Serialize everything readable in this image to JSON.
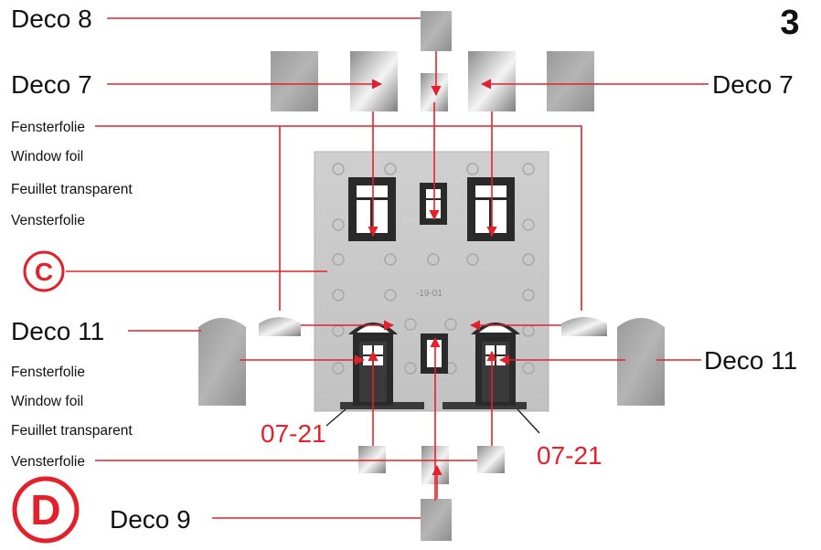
{
  "step_number": "3",
  "labels": {
    "deco8": "Deco 8",
    "deco7_left": "Deco 7",
    "deco7_right": "Deco 7",
    "deco11_left": "Deco 11",
    "deco11_right": "Deco 11",
    "deco9": "Deco 9",
    "part_0721_left": "07-21",
    "part_0721_right": "07-21",
    "wall_part": "C",
    "step_letter": "D"
  },
  "foil_top": [
    "Fensterfolie",
    "Window foil",
    "Feuillet transparent",
    "Vensterfolie"
  ],
  "foil_bottom": [
    "Fensterfolie",
    "Window foil",
    "Feuillet transparent",
    "Vensterfolie"
  ],
  "colors": {
    "accent": "#e3212b",
    "wall": "#c9c9c9",
    "frame": "#222222"
  }
}
